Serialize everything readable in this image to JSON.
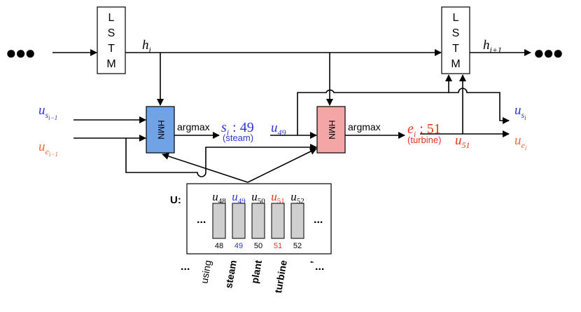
{
  "colors": {
    "blue": "#2b35d6",
    "orange": "#ee6a3a",
    "red": "#e8341a",
    "hmn_start_fill": "#6fa3e6",
    "hmn_end_fill": "#f4a6a6",
    "bar_fill": "#cfcfcf"
  },
  "ellipsis_left": "●●●",
  "ellipsis_right": "●●●",
  "lstm_left": {
    "letters": [
      "L",
      "S",
      "T",
      "M"
    ]
  },
  "lstm_right": {
    "letters": [
      "L",
      "S",
      "T",
      "M"
    ]
  },
  "hidden": {
    "h_i_base": "h",
    "h_i_sub": "i",
    "h_next_base": "h",
    "h_next_sub": "i+1"
  },
  "inputs": {
    "us_prev_base": "u",
    "us_prev_sub": "s",
    "us_prev_subsub": "i−1",
    "ue_prev_base": "u",
    "ue_prev_sub": "e",
    "ue_prev_subsub": "i−1"
  },
  "hmn_start": {
    "label": "HMN"
  },
  "hmn_end": {
    "label": "HMN"
  },
  "argmax_1": "argmax",
  "argmax_2": "argmax",
  "start_result": {
    "symbol": "s",
    "sub": "i",
    "value": " : 49",
    "word": "(steam)"
  },
  "end_result": {
    "symbol": "e",
    "sub": "i",
    "value": " : 51",
    "word": "(turbine)"
  },
  "u49_base": "u",
  "u49_sub": "49",
  "u51_base": "u",
  "u51_sub": "51",
  "outputs": {
    "us_base": "u",
    "us_sub": "s",
    "us_subsub": "i",
    "ue_base": "u",
    "ue_sub": "e",
    "ue_subsub": "i"
  },
  "matrix": {
    "label": "U:",
    "ellipsis_left": "...",
    "ellipsis_right": "...",
    "columns": [
      {
        "top_base": "u",
        "top_sub": "48",
        "index": "48",
        "color": "black"
      },
      {
        "top_base": "u",
        "top_sub": "49",
        "index": "49",
        "color": "blue"
      },
      {
        "top_base": "u",
        "top_sub": "50",
        "index": "50",
        "color": "black"
      },
      {
        "top_base": "u",
        "top_sub": "51",
        "index": "51",
        "color": "red"
      },
      {
        "top_base": "u",
        "top_sub": "52",
        "index": "52",
        "color": "black"
      }
    ]
  },
  "words": {
    "ellipsis_left": "...",
    "ellipsis_right": "...",
    "items": [
      {
        "text": "using",
        "bold": false
      },
      {
        "text": "steam",
        "bold": true
      },
      {
        "text": "plant",
        "bold": true
      },
      {
        "text": "turbine",
        "bold": true
      },
      {
        "text": ",",
        "bold": true
      }
    ]
  }
}
